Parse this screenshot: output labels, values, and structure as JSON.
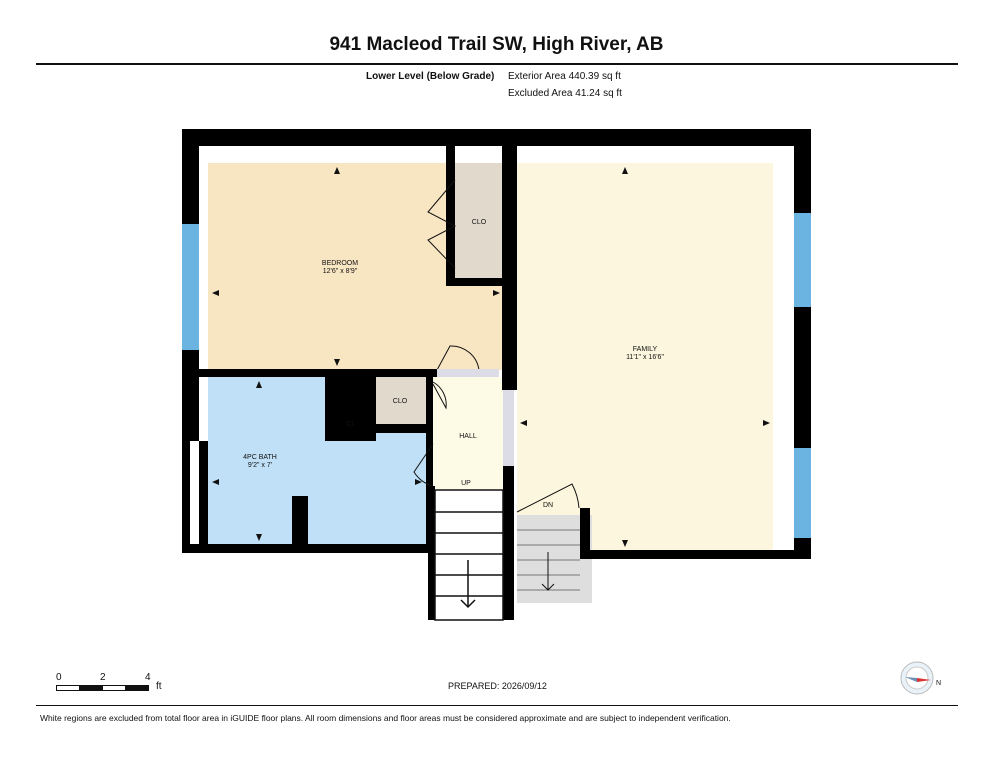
{
  "header": {
    "title": "941 Macleod Trail SW, High River, AB"
  },
  "level": {
    "name": "Lower Level (Below Grade)",
    "exterior_area": "Exterior Area 440.39 sq ft",
    "excluded_area": "Excluded Area 41.24 sq ft"
  },
  "rooms": {
    "bedroom": {
      "name": "BEDROOM",
      "dims": "12'6\" x 8'9\""
    },
    "family": {
      "name": "FAMILY",
      "dims": "11'1\" x 16'6\""
    },
    "bath": {
      "name": "4PC BATH",
      "dims": "9'2\" x 7'"
    },
    "clo_top": "CLO",
    "clo_mid": "CLO",
    "cl": "CL",
    "hall": "HALL",
    "up": "UP",
    "dn": "DN"
  },
  "scale": {
    "t0": "0",
    "t2": "2",
    "t4": "4",
    "unit": "ft"
  },
  "prepared": "PREPARED: 2026/09/12",
  "compass": {
    "label": "N"
  },
  "colors": {
    "bedroom": "#f8e5c2",
    "family": "#fbf6dd",
    "bath": "#bfe0f6",
    "closet": "#e2d9cd",
    "hall": "#fdfbe6",
    "window": "#6bb3e0",
    "wall": "#000000"
  },
  "footnote": "White regions are excluded from total floor area in iGUIDE floor plans. All room dimensions and floor areas must be considered approximate and are subject to independent verification."
}
